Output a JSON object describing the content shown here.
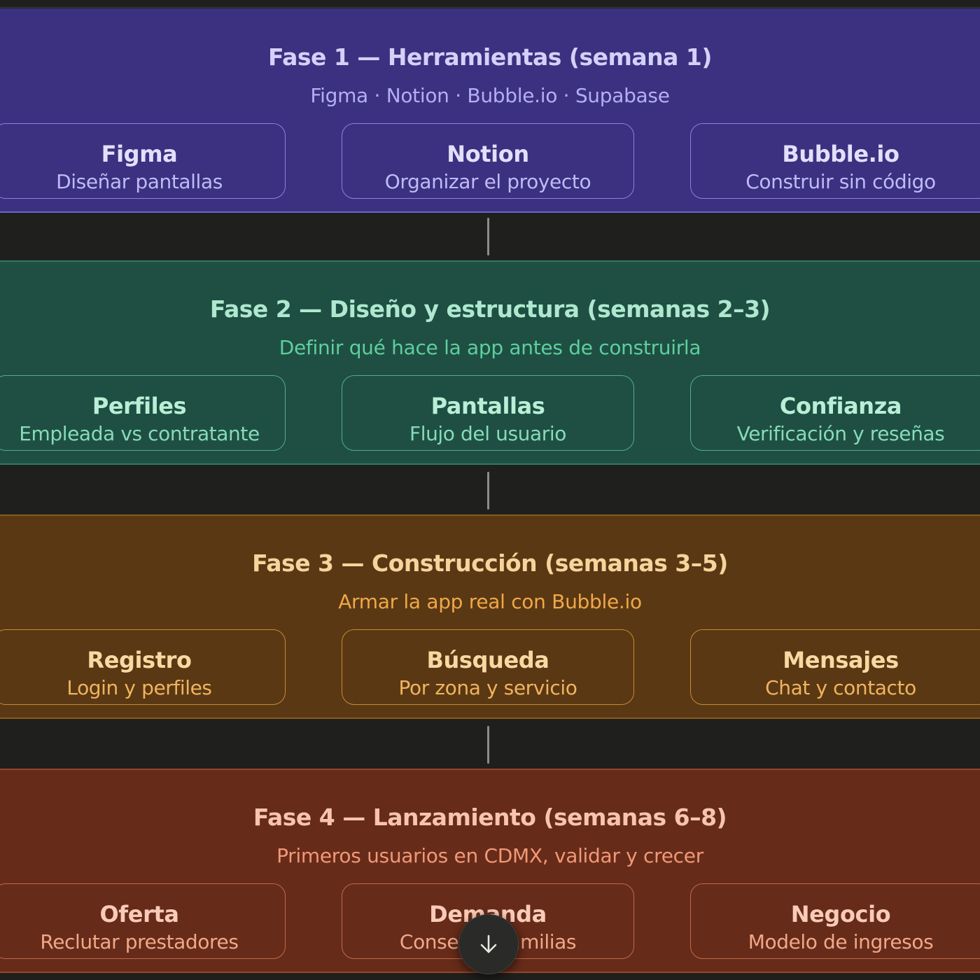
{
  "phases": [
    {
      "title": "Fase 1 — Herramientas (semana 1)",
      "subtitle": "Figma · Notion · Bubble.io · Supabase",
      "cards": [
        {
          "title": "Figma",
          "desc": "Diseñar pantallas"
        },
        {
          "title": "Notion",
          "desc": "Organizar el proyecto"
        },
        {
          "title": "Bubble.io",
          "desc": "Construir sin código"
        }
      ]
    },
    {
      "title": "Fase 2 — Diseño y estructura (semanas 2–3)",
      "subtitle": "Definir qué hace la app antes de construirla",
      "cards": [
        {
          "title": "Perfiles",
          "desc": "Empleada vs contratante"
        },
        {
          "title": "Pantallas",
          "desc": "Flujo del usuario"
        },
        {
          "title": "Confianza",
          "desc": "Verificación y reseñas"
        }
      ]
    },
    {
      "title": "Fase 3 — Construcción (semanas 3–5)",
      "subtitle": "Armar la app real con Bubble.io",
      "cards": [
        {
          "title": "Registro",
          "desc": "Login y perfiles"
        },
        {
          "title": "Búsqueda",
          "desc": "Por zona y servicio"
        },
        {
          "title": "Mensajes",
          "desc": "Chat y contacto"
        }
      ]
    },
    {
      "title": "Fase 4 — Lanzamiento (semanas 6–8)",
      "subtitle": "Primeros usuarios en CDMX, validar y crecer",
      "cards": [
        {
          "title": "Oferta",
          "desc": "Reclutar prestadores"
        },
        {
          "title": "Demanda",
          "desc": "Conseguir familias"
        },
        {
          "title": "Negocio",
          "desc": "Modelo de ingresos"
        }
      ]
    }
  ],
  "scroll_button": {
    "icon": "arrow-down-icon"
  },
  "colors": {
    "background": "#1f201d",
    "phase1": "#3b3180",
    "phase2": "#1f4f43",
    "phase3": "#5a3814",
    "phase4": "#672b19"
  }
}
